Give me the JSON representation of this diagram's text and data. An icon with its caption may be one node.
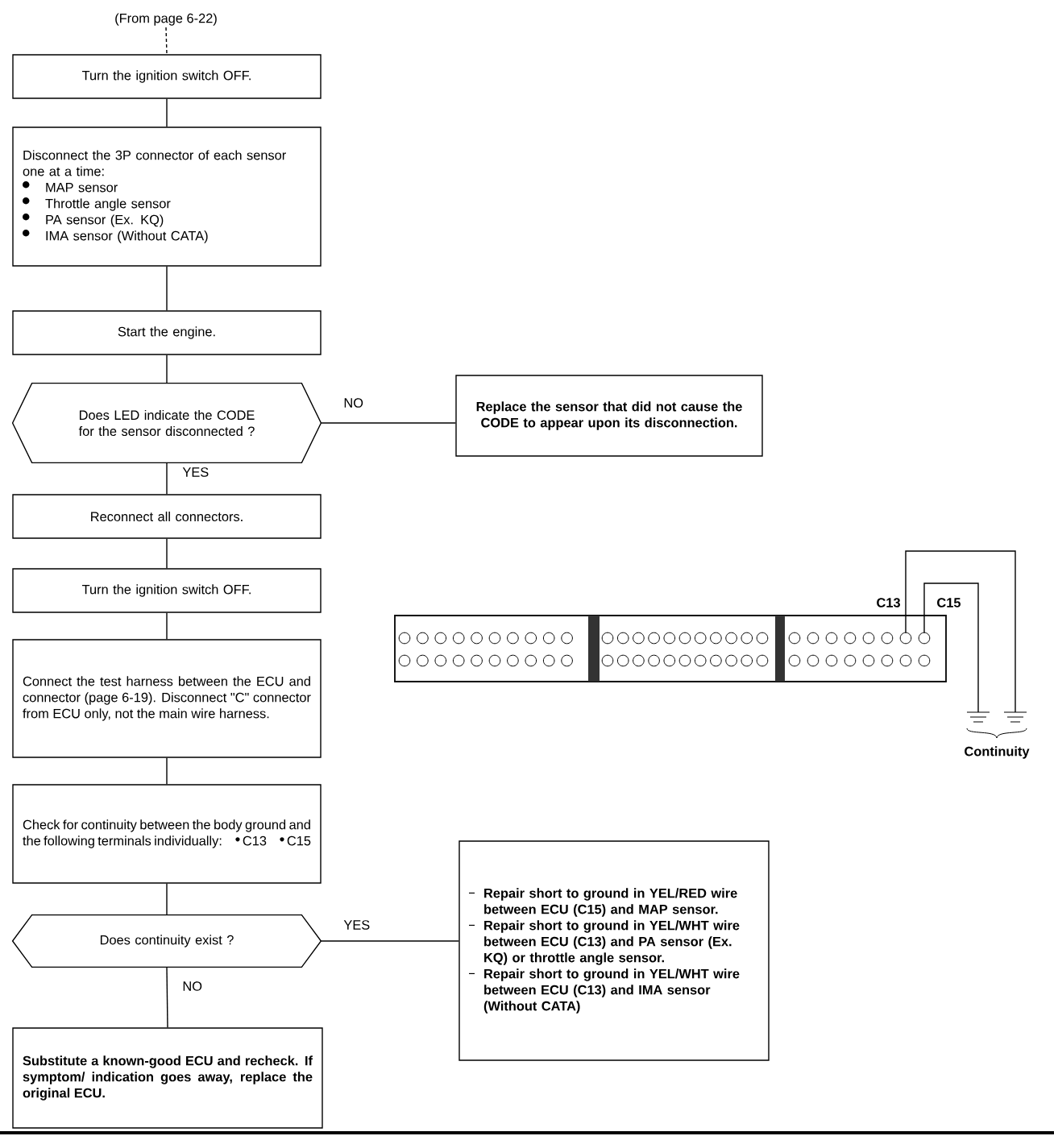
{
  "diagram": {
    "nodes": [
      {
        "text": [
          "(From page 6-22)"
        ]
      },
      {
        "text": [
          "Turn the ignition switch OFF."
        ]
      },
      {
        "text": [
          "Disconnect the 3P connector of each sensor one at a time:",
          "MAP sensor",
          "Throttle angle sensor",
          "PA sensor (Ex. KQ)",
          "IMA sensor (Without CATA)"
        ]
      },
      {
        "text": [
          "Start the engine."
        ]
      },
      {
        "text": [
          "Does LED indicate the CODE for the sensor disconnected ?"
        ]
      },
      {
        "text": [
          "Replace the sensor that did not cause the CODE to appear upon its disconnection."
        ]
      },
      {
        "text": [
          "Reconnect all connectors."
        ]
      },
      {
        "text": [
          "Turn the ignition switch OFF."
        ]
      },
      {
        "text": [
          "Connect the test harness between the ECU and connector (page 6-19). Disconnect \"C\" connector from ECU only, not the main wire harness."
        ]
      },
      {
        "text": [
          "Check for continuity between the body ground and the following terminals individually:",
          "C13",
          "C15"
        ]
      },
      {
        "text": [
          "Does continuity exist ?"
        ]
      },
      {
        "text": [
          "Repair short to ground in YEL/RED wire between ECU (C15) and MAP sensor.",
          "Repair short to ground in YEL/WHT wire between ECU (C13) and PA sensor (Ex. KQ) or throttle angle sensor.",
          "Repair short to ground in YEL/WHT wire between ECU (C13) and IMA sensor (Without CATA)"
        ]
      },
      {
        "text": [
          "Substitute a known-good ECU and recheck. If symptom/ indication goes away, replace the original ECU."
        ]
      }
    ],
    "edges": [
      {
        "from": 0,
        "to": 1,
        "arrow": "none",
        "style": "dashed"
      },
      {
        "from": 1,
        "to": 2,
        "arrow": "none"
      },
      {
        "from": 2,
        "to": 3,
        "arrow": "none"
      },
      {
        "from": 3,
        "to": 4,
        "arrow": "none"
      },
      {
        "from": 4,
        "to": 5,
        "arrow": "none",
        "label": "NO"
      },
      {
        "from": 4,
        "to": 6,
        "arrow": "none",
        "label": "YES"
      },
      {
        "from": 6,
        "to": 7,
        "arrow": "none"
      },
      {
        "from": 7,
        "to": 8,
        "arrow": "none"
      },
      {
        "from": 8,
        "to": 9,
        "arrow": "none"
      },
      {
        "from": 9,
        "to": 10,
        "arrow": "none"
      },
      {
        "from": 10,
        "to": 11,
        "arrow": "none",
        "label": "YES"
      },
      {
        "from": 10,
        "to": 12,
        "arrow": "none",
        "label": "NO"
      }
    ],
    "labels": [
      "C13",
      "C15",
      "Continuity"
    ]
  }
}
